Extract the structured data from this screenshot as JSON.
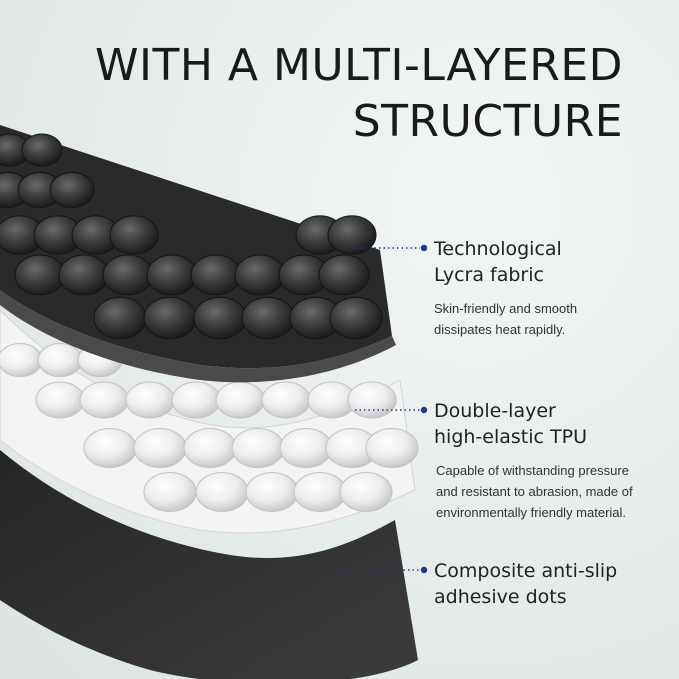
{
  "title": {
    "line1": "WITH A MULTI-LAYERED",
    "line2": "STRUCTURE"
  },
  "layers": [
    {
      "heading_line1": "Technological",
      "heading_line2": "Lycra fabric",
      "desc_line1": "Skin-friendly and smooth",
      "desc_line2": "dissipates heat rapidly."
    },
    {
      "heading_line1": "Double-layer",
      "heading_line2": "high-elastic TPU",
      "desc_line1": "Capable of withstanding pressure",
      "desc_line2": "and resistant to abrasion, made of",
      "desc_line3": "environmentally friendly material."
    },
    {
      "heading_line1": "Composite anti-slip",
      "heading_line2": "adhesive dots"
    }
  ],
  "colors": {
    "background": "#e6ebeb",
    "callout_dot": "#1f3a8a",
    "fabric_layer": "#2e2e2e",
    "tpu_layer": "#f4f4f4",
    "base_layer": "#303030"
  }
}
